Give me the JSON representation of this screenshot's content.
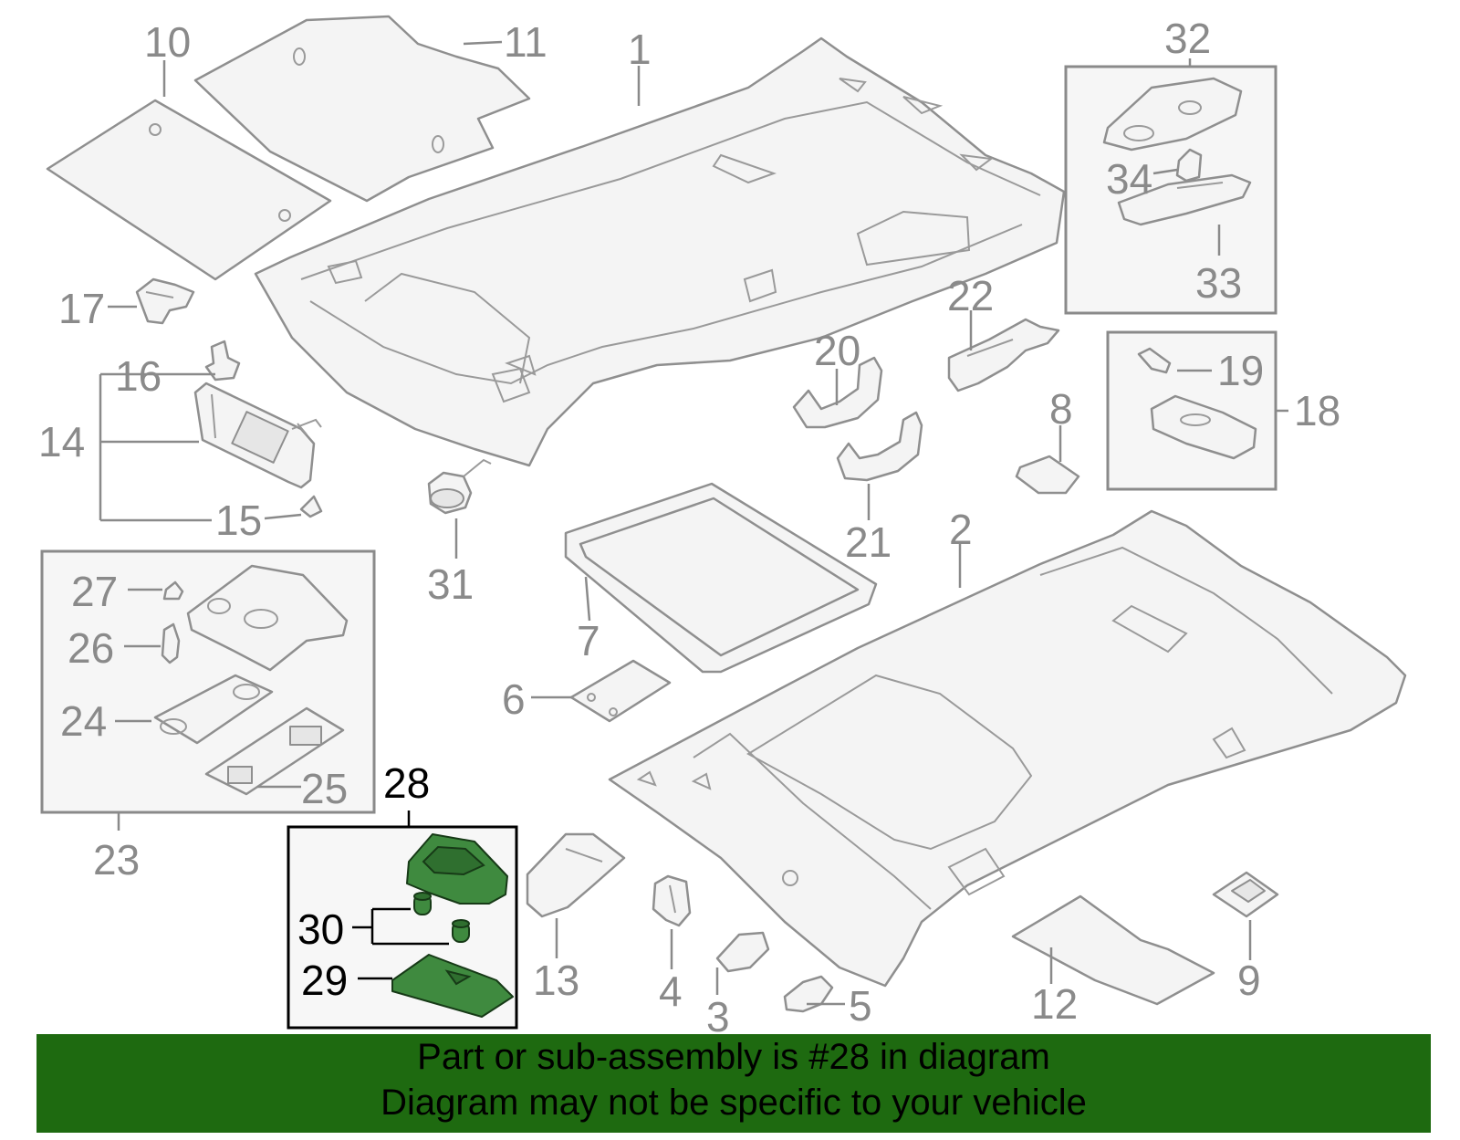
{
  "callouts": {
    "n1": "1",
    "n2": "2",
    "n3": "3",
    "n4": "4",
    "n5": "5",
    "n6": "6",
    "n7": "7",
    "n8": "8",
    "n9": "9",
    "n10": "10",
    "n11": "11",
    "n12": "12",
    "n13": "13",
    "n14": "14",
    "n15": "15",
    "n16": "16",
    "n17": "17",
    "n18": "18",
    "n19": "19",
    "n20": "20",
    "n21": "21",
    "n22": "22",
    "n23": "23",
    "n24": "24",
    "n25": "25",
    "n26": "26",
    "n27": "27",
    "n28": "28",
    "n29": "29",
    "n30": "30",
    "n31": "31",
    "n32": "32",
    "n33": "33",
    "n34": "34"
  },
  "highlight": {
    "part_number": "28",
    "color": "#3f8a3f"
  },
  "banner": {
    "line1": "Part or sub-assembly is #28 in diagram",
    "line2": "Diagram may not be specific to your vehicle",
    "background": "#1e6a10"
  }
}
